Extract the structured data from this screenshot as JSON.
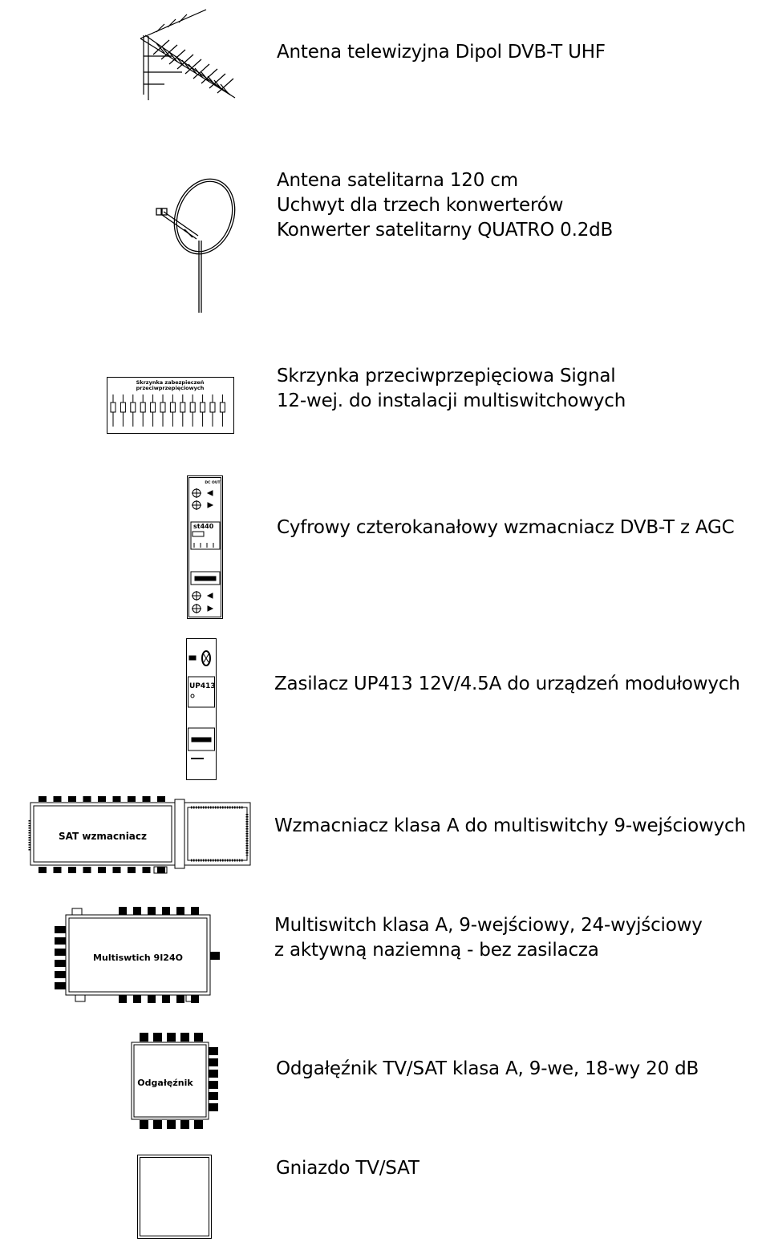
{
  "legend": [
    {
      "id": "dvbt-antenna",
      "icon": "dvbt-antenna-icon",
      "lines": [
        "Antena telewizyjna Dipol  DVB-T UHF"
      ]
    },
    {
      "id": "sat-dish",
      "icon": "satellite-dish-icon",
      "lines": [
        "Antena satelitarna  120 cm",
        "Uchwyt dla trzech konwerterów",
        "Konwerter satelitarny QUATRO  0.2dB"
      ]
    },
    {
      "id": "surge-box",
      "icon": "surge-protection-box-icon",
      "symbol_text": [
        "Skrzynka zabezpieczeń",
        "przeciwprzepięciowych"
      ],
      "lines": [
        "Skrzynka przeciwprzepięciowa Signal",
        "12-wej. do instalacji multiswitchowych"
      ]
    },
    {
      "id": "dvbt-amplifier",
      "icon": "dvbt-amplifier-module-icon",
      "symbol_text": [
        "DC OUT",
        "st440"
      ],
      "lines": [
        "Cyfrowy czterokanałowy wzmacniacz DVB-T z AGC"
      ]
    },
    {
      "id": "power-supply",
      "icon": "power-supply-module-icon",
      "symbol_text": [
        "UP413"
      ],
      "lines": [
        "Zasilacz UP413 12V/4.5A do urządzeń modułowych"
      ]
    },
    {
      "id": "sat-amplifier",
      "icon": "sat-amplifier-icon",
      "symbol_text": [
        "SAT wzmacniacz"
      ],
      "lines": [
        "Wzmacniacz  klasa A  do multiswitchy 9-wejściowych"
      ]
    },
    {
      "id": "multiswitch",
      "icon": "multiswitch-icon",
      "symbol_text": [
        "Multiswtich 9I24O"
      ],
      "lines": [
        "Multiswitch klasa A, 9-wejściowy, 24-wyjściowy",
        "z aktywną naziemną - bez zasilacza"
      ]
    },
    {
      "id": "tap",
      "icon": "tap-splitter-icon",
      "symbol_text": [
        "Odgałęźnik"
      ],
      "lines": [
        "Odgałęźnik TV/SAT  klasa A, 9-we, 18-wy  20 dB"
      ]
    },
    {
      "id": "socket",
      "icon": "tv-sat-socket-icon",
      "lines": [
        "Gniazdo TV/SAT"
      ]
    }
  ]
}
